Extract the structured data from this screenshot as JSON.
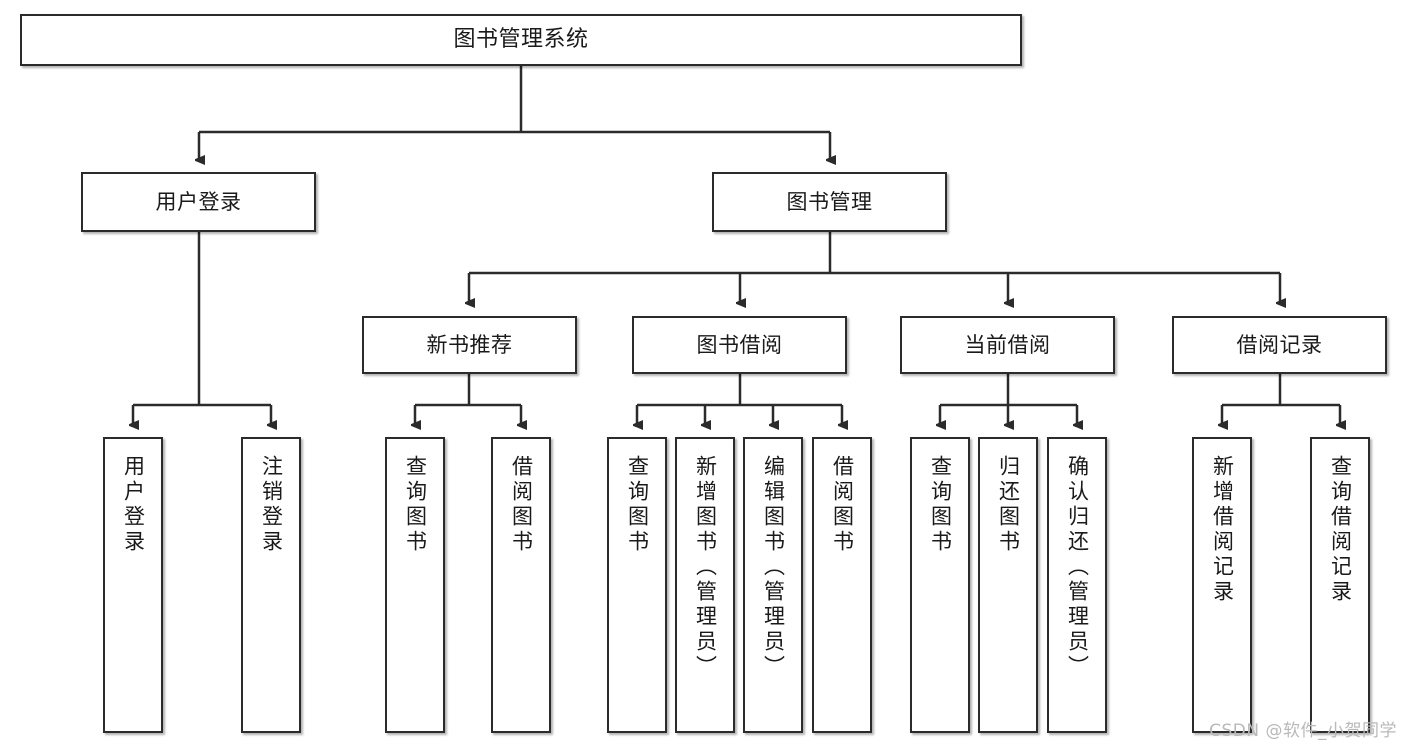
{
  "diagram": {
    "title": "图书管理系统",
    "watermark": "CSDN @软件_小贺同学",
    "stroke_color": "#2b2b2b",
    "fill_color": "#ffffff",
    "text_color": "#1a1a1a",
    "root": {
      "label": "图书管理系统"
    },
    "level2": [
      {
        "label": "用户登录"
      },
      {
        "label": "图书管理"
      }
    ],
    "level3": [
      {
        "label": "新书推荐"
      },
      {
        "label": "图书借阅"
      },
      {
        "label": "当前借阅"
      },
      {
        "label": "借阅记录"
      }
    ],
    "leaves": [
      {
        "label": "用户登录"
      },
      {
        "label": "注销登录"
      },
      {
        "label": "查询图书"
      },
      {
        "label": "借阅图书"
      },
      {
        "label": "查询图书"
      },
      {
        "label": "新增图书（管理员）"
      },
      {
        "label": "编辑图书（管理员）"
      },
      {
        "label": "借阅图书"
      },
      {
        "label": "查询图书"
      },
      {
        "label": "归还图书"
      },
      {
        "label": "确认归还（管理员）"
      },
      {
        "label": "新增借阅记录"
      },
      {
        "label": "查询借阅记录"
      }
    ]
  }
}
